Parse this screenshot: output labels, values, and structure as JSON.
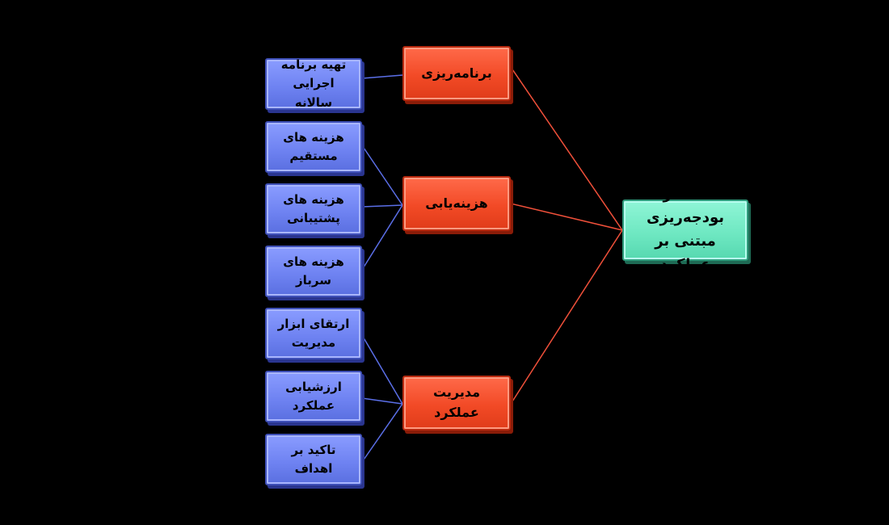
{
  "diagram": {
    "root": {
      "label": "عناصر بودجه‌ریزی مبتنی بر عملکرد"
    },
    "categories": [
      {
        "label": "برنامه‌ریزی"
      },
      {
        "label": "هزینه‌یابی"
      },
      {
        "label": "مدیریت عملکرد"
      }
    ],
    "items": [
      {
        "label": "تهیه برنامه اجرایی سالانه",
        "parent": 0
      },
      {
        "label": "هزینه های مستقیم",
        "parent": 1
      },
      {
        "label": "هزینه های پشتیبانی",
        "parent": 1
      },
      {
        "label": "هزینه های سرباز",
        "parent": 1
      },
      {
        "label": "ارتقای ابزار مدیریت",
        "parent": 2
      },
      {
        "label": "ارزشیابی عملکرد",
        "parent": 2
      },
      {
        "label": "تاکید بر اهداف",
        "parent": 2
      }
    ],
    "colors": {
      "background": "#000000",
      "leaf_box": "#7085f0",
      "category_box": "#f24a26",
      "root_box": "#6fe8c2",
      "leaf_connector": "#5b6fe8",
      "root_connector": "#f0503a"
    }
  }
}
